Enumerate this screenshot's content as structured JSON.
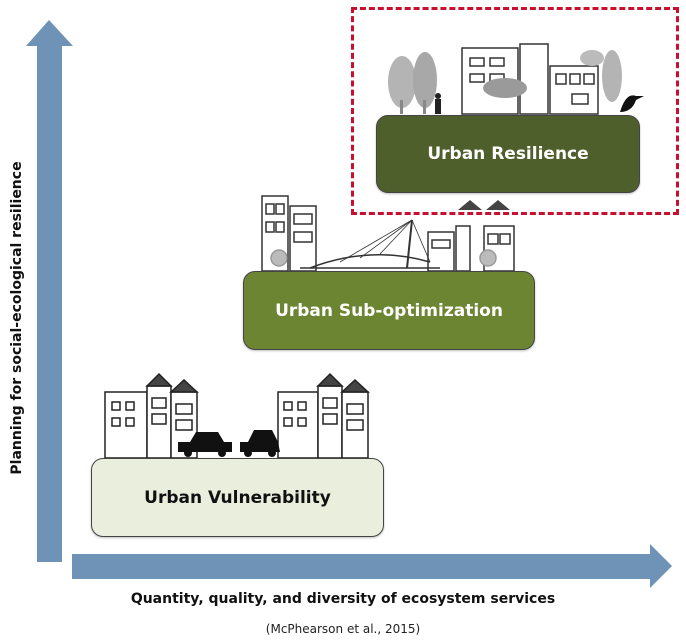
{
  "diagram": {
    "y_axis_label": "Planning for social-ecological resilience",
    "x_axis_label": "Quantity, quality, and diversity of ecosystem services",
    "citation": "(McPhearson et al., 2015)",
    "stages": [
      {
        "label": "Urban Vulnerability",
        "fill": "#eaeedc",
        "text_color": "#111111"
      },
      {
        "label": "Urban Sub-optimization",
        "fill": "#6b8532",
        "text_color": "#ffffff"
      },
      {
        "label": "Urban Resilience",
        "fill": "#4f5f2c",
        "text_color": "#ffffff"
      }
    ],
    "colors": {
      "axis_arrow": "#6f93b6",
      "highlight_border": "#c8102e"
    }
  }
}
